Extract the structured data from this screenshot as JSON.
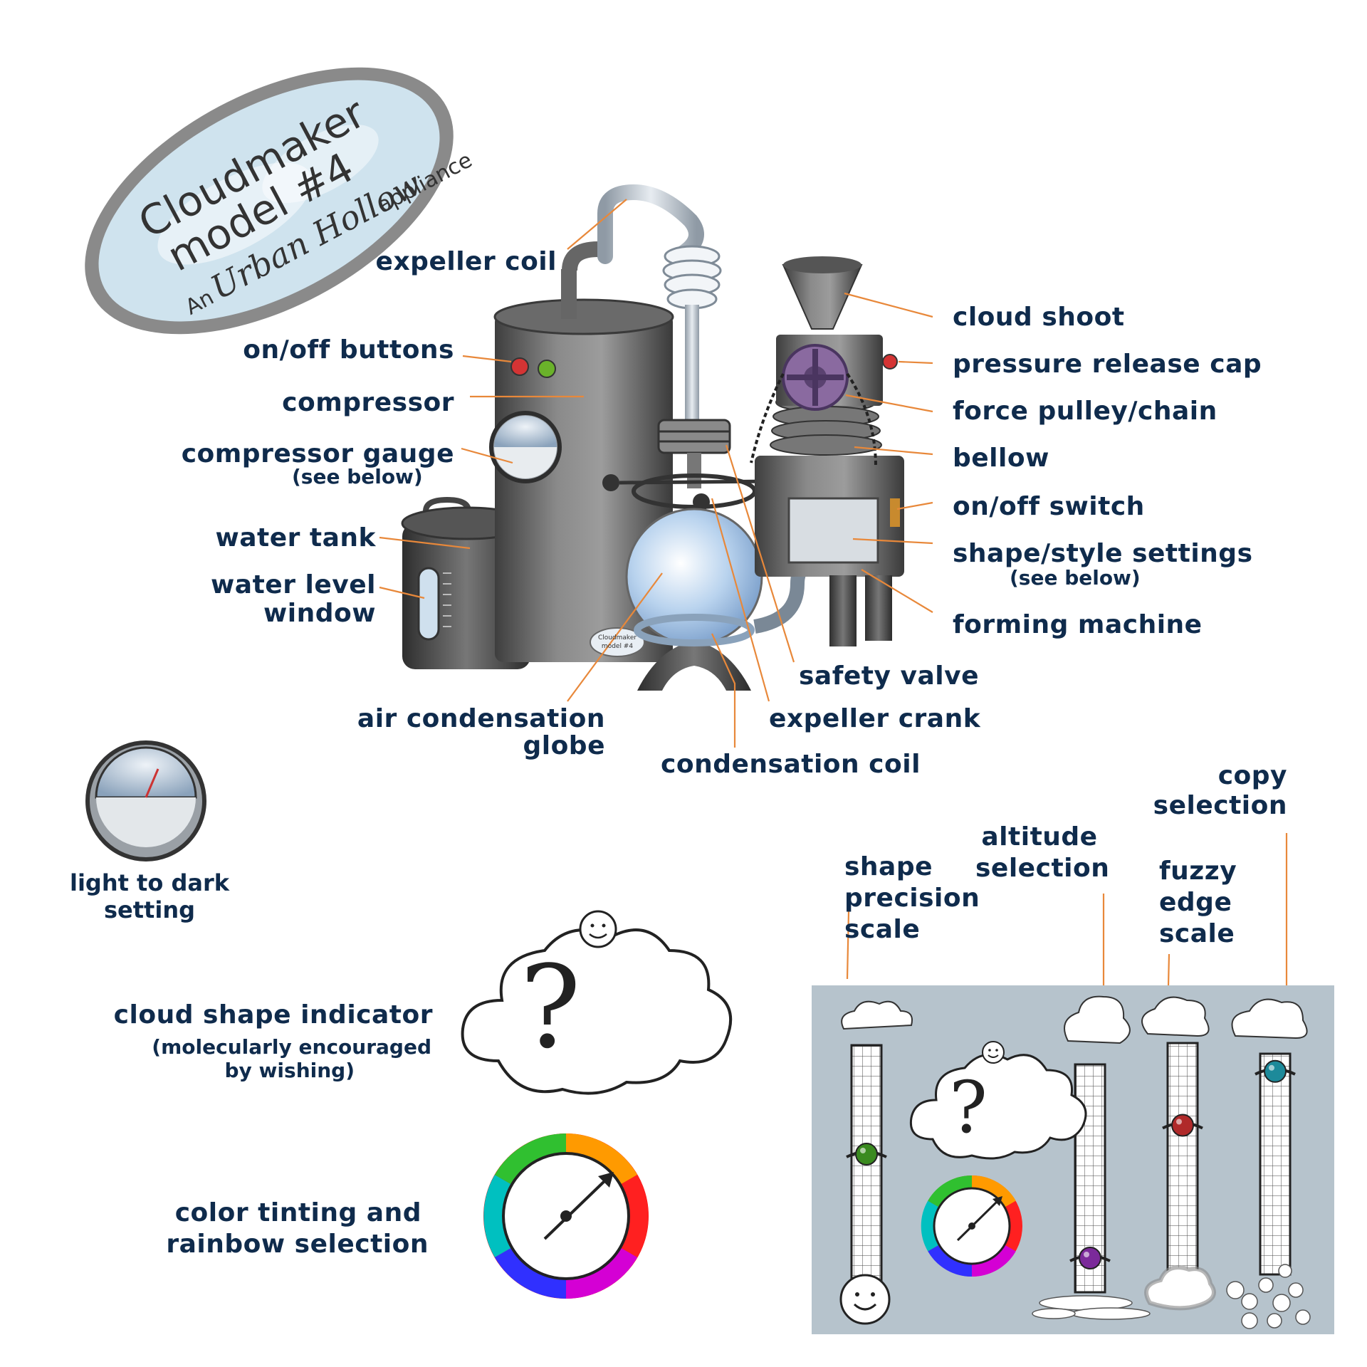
{
  "badge": {
    "line1": "Cloudmaker",
    "line2": "model #4",
    "line3_prefix": "An",
    "line3_script": "Urban Hollow",
    "line3_suffix": "appliance"
  },
  "machine_plate": {
    "line1": "Cloudmaker",
    "line2": "model #4"
  },
  "labels": {
    "expeller_coil": "expeller coil",
    "on_off_buttons": "on/off buttons",
    "compressor": "compressor",
    "compressor_gauge": "compressor gauge",
    "compressor_gauge_note": "(see below)",
    "water_tank": "water tank",
    "water_level_window_1": "water level",
    "water_level_window_2": "window",
    "air_condensation_globe_1": "air condensation",
    "air_condensation_globe_2": "globe",
    "condensation_coil": "condensation coil",
    "expeller_crank": "expeller crank",
    "safety_valve": "safety valve",
    "cloud_shoot": "cloud shoot",
    "pressure_release_cap": "pressure release cap",
    "force_pulley_chain": "force pulley/chain",
    "bellow": "bellow",
    "on_off_switch": "on/off switch",
    "shape_style_settings": "shape/style settings",
    "shape_style_settings_note": "(see below)",
    "forming_machine": "forming machine"
  },
  "legend": {
    "light_to_dark_1": "light to dark",
    "light_to_dark_2": "setting",
    "cloud_shape_indicator": "cloud shape indicator",
    "cloud_shape_note_1": "(molecularly encouraged",
    "cloud_shape_note_2": "by wishing)",
    "color_tinting_1": "color tinting and",
    "color_tinting_2": "rainbow selection",
    "question_mark": "?"
  },
  "panel_labels": {
    "shape_precision_1": "shape",
    "shape_precision_2": "precision",
    "shape_precision_3": "scale",
    "altitude_1": "altitude",
    "altitude_2": "selection",
    "fuzzy_1": "fuzzy",
    "fuzzy_2": "edge",
    "fuzzy_3": "scale",
    "copy_1": "copy",
    "copy_2": "selection"
  },
  "sliders": [
    {
      "id": "shape-precision",
      "level": 0.55,
      "knob_color": "#3a8a1f"
    },
    {
      "id": "altitude",
      "level": 0.15,
      "knob_color": "#7b2a9a"
    },
    {
      "id": "fuzzy-edge",
      "level": 0.65,
      "knob_color": "#b02a2a"
    },
    {
      "id": "copy",
      "level": 0.92,
      "knob_color": "#1d8a9a"
    }
  ],
  "colors": {
    "label_text": "#0f2b4c",
    "leader_line": "#e8883a",
    "panel_bg": "#b6c3cc",
    "badge_fill": "#cfe3ee",
    "metal": "#6f6f6f",
    "wheel_purple": "#8a6aa0"
  }
}
